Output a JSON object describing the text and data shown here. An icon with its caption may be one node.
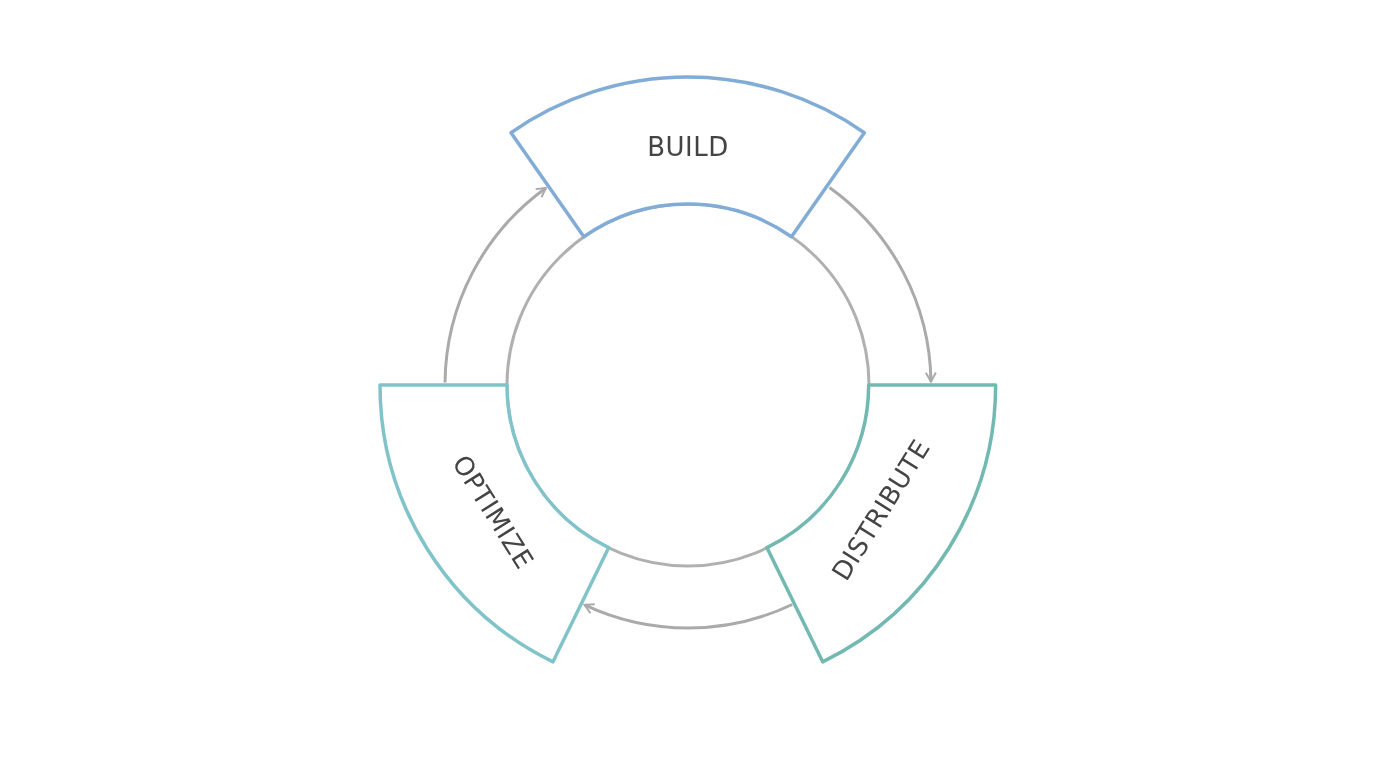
{
  "diagram": {
    "nodes": [
      {
        "text": [
          "BUILD"
        ]
      },
      {
        "text": [
          "DISTRIBUTE"
        ]
      },
      {
        "text": [
          "OPTIMIZE"
        ]
      },
      {
        "text": [],
        "shape": "circle"
      }
    ],
    "edges": [
      {
        "from": 0,
        "to": 1,
        "arrow": "to"
      },
      {
        "from": 1,
        "to": 2,
        "arrow": "to"
      },
      {
        "from": 2,
        "to": 0,
        "arrow": "to"
      }
    ]
  }
}
